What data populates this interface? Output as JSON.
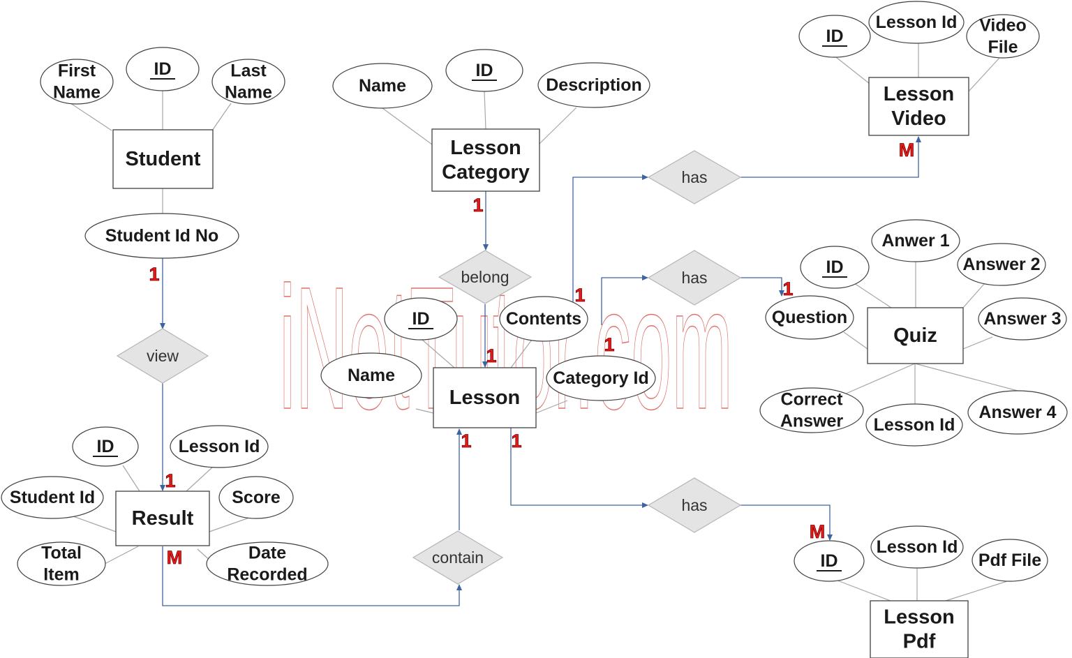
{
  "colors": {
    "line": "#a6a6a6",
    "arrow": "#3d63a0",
    "diamond_fill": "#e4e4e4",
    "cardinality": "#e31b1b",
    "watermark": "#d9574f"
  },
  "watermark": "iNetTutor.com",
  "entities": {
    "student": [
      "Student"
    ],
    "lesson_category": [
      "Lesson",
      "Category"
    ],
    "lesson_video": [
      "Lesson",
      "Video"
    ],
    "lesson": [
      "Lesson"
    ],
    "quiz": [
      "Quiz"
    ],
    "result": [
      "Result"
    ],
    "lesson_pdf": [
      "Lesson",
      "Pdf"
    ]
  },
  "attributes": {
    "student_first_name": [
      "First",
      "Name"
    ],
    "student_id": [
      "ID"
    ],
    "student_last_name": [
      "Last",
      "Name"
    ],
    "student_id_no": [
      "Student Id No"
    ],
    "category_name": [
      "Name"
    ],
    "category_id": [
      "ID"
    ],
    "category_description": [
      "Description"
    ],
    "video_id": [
      "ID"
    ],
    "video_lesson_id": [
      "Lesson Id"
    ],
    "video_file": [
      "Video",
      "File"
    ],
    "lesson_id": [
      "ID"
    ],
    "lesson_contents": [
      "Contents"
    ],
    "lesson_name": [
      "Name"
    ],
    "lesson_category_id": [
      "Category Id"
    ],
    "quiz_answer1": [
      "Anwer 1"
    ],
    "quiz_answer2": [
      "Answer 2"
    ],
    "quiz_id": [
      "ID"
    ],
    "quiz_question": [
      "Question"
    ],
    "quiz_answer3": [
      "Answer 3"
    ],
    "quiz_correct_answer": [
      "Correct",
      "Answer"
    ],
    "quiz_lesson_id": [
      "Lesson Id"
    ],
    "quiz_answer4": [
      "Answer 4"
    ],
    "result_id": [
      "ID"
    ],
    "result_lesson_id": [
      "Lesson Id"
    ],
    "result_student_id": [
      "Student Id"
    ],
    "result_score": [
      "Score"
    ],
    "result_total_item": [
      "Total",
      "Item"
    ],
    "result_date_recorded": [
      "Date",
      "Recorded"
    ],
    "pdf_id": [
      "ID"
    ],
    "pdf_lesson_id": [
      "Lesson Id"
    ],
    "pdf_file": [
      "Pdf File"
    ]
  },
  "relationships": {
    "view": "view",
    "belong": "belong",
    "has_video": "has",
    "has_quiz": "has",
    "has_pdf": "has",
    "contain": "contain"
  },
  "cardinalities": {
    "category_belong": "1",
    "student_view": "1",
    "lesson_belong": "1",
    "lesson_has_video": "1",
    "lesson_has_quiz": "1",
    "quiz_has": "1",
    "video_has": "M",
    "lesson_contain": "1",
    "lesson_has_pdf": "1",
    "result_view": "1",
    "result_contain": "M",
    "pdf_has": "M"
  }
}
